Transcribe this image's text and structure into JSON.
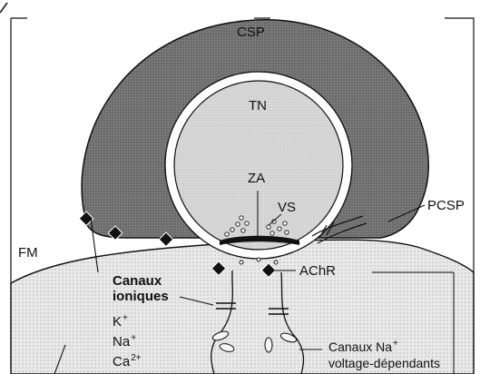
{
  "diagram": {
    "labels": {
      "csp": "CSP",
      "tn": "TN",
      "za": "ZA",
      "vs": "VS",
      "pcsp": "PCSP",
      "fm": "FM",
      "achr": "AChR",
      "canaux_ioniques": "Canaux ioniques",
      "ion_k": "K",
      "ion_k_sup": "+",
      "ion_na": "Na",
      "ion_na_sup": "+",
      "ion_ca": "Ca",
      "ion_ca_sup": "2+",
      "canaux_na_line1": "Canaux Na",
      "canaux_na_line1_sup": "+",
      "canaux_na_line2": "voltage-dépendants"
    },
    "colors": {
      "capping_cell": "#7a7a7a",
      "terminal": "#d9d9d9",
      "muscle_fiber": "#e6e6e6",
      "outline": "#111111"
    }
  }
}
